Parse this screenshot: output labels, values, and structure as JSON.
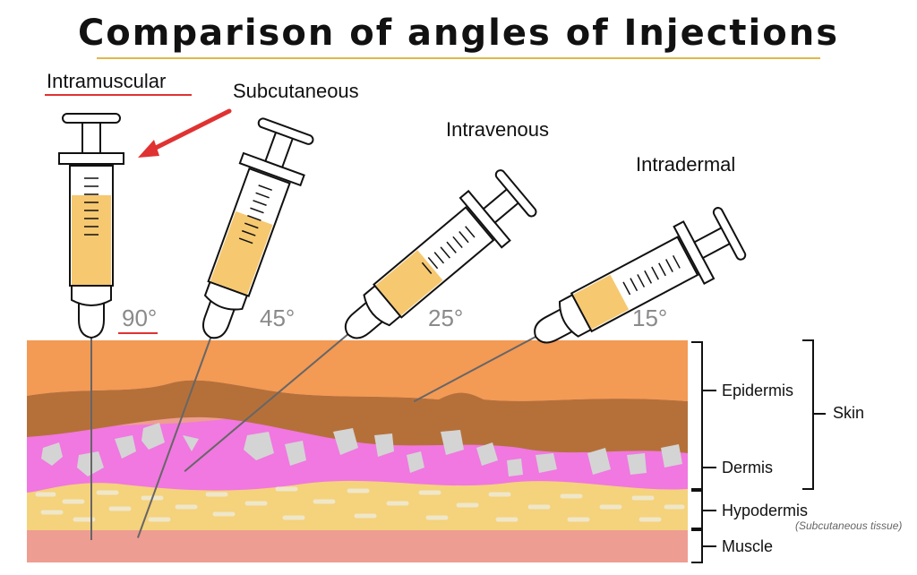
{
  "title": "Comparison of angles of Injections",
  "injections": [
    {
      "label": "Intramuscular",
      "angle": "90°"
    },
    {
      "label": "Subcutaneous",
      "angle": "45°"
    },
    {
      "label": "Intravenous",
      "angle": "25°"
    },
    {
      "label": "Intradermal",
      "angle": "15°"
    }
  ],
  "layers": {
    "epidermis": "Epidermis",
    "dermis": "Dermis",
    "hypodermis": "Hypodermis",
    "hypodermis_note": "(Subcutaneous tissue)",
    "muscle": "Muscle",
    "skin": "Skin"
  },
  "colors": {
    "epidermis": "#f39a55",
    "dermis_brown": "#b5703a",
    "dermis_pink": "#f078e0",
    "hypodermis": "#f5d27c",
    "muscle": "#ee9d92",
    "fluid": "#f6c870",
    "highlight": "#e03232"
  }
}
